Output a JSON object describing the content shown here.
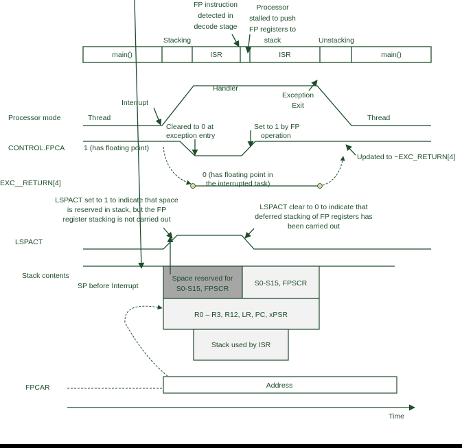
{
  "colors": {
    "line": "#1e4d2b",
    "reserved_fill": "#a6a6a6",
    "box_fill": "#f2f2f2",
    "dot": "#d6d6a8"
  },
  "timeline": {
    "segments": [
      "main()",
      "",
      "ISR",
      "",
      "ISR",
      "",
      "main()"
    ],
    "stacking": "Stacking",
    "unstacking": "Unstacking",
    "fp_detected": [
      "FP instruction",
      "detected in",
      "decode stage"
    ],
    "stalled": [
      "Processor",
      "stalled to push",
      "FP registers to",
      "stack"
    ]
  },
  "processor_mode": {
    "label": "Processor mode",
    "thread_left": "Thread",
    "interrupt": "Interrupt",
    "handler": "Handler",
    "exception_exit": [
      "Exception",
      "Exit"
    ],
    "thread_right": "Thread"
  },
  "fpca": {
    "label": "CONTROL.FPCA",
    "value1": "1 (has floating point)",
    "cleared": [
      "Cleared to 0 at",
      "exception entry"
    ],
    "set": [
      "Set to 1 by FP",
      "operation"
    ],
    "updated": "Updated to ~EXC_RETURN[4]"
  },
  "exc_return": {
    "label": "EXC__RETURN[4]",
    "value0": [
      "0 (has floating point in",
      "the interrupted task)"
    ]
  },
  "lspact": {
    "label": "LSPACT",
    "set_note": [
      "LSPACT set to 1 to indicate that space",
      "is reserved in stack, but the FP",
      "register stacking is not carried out"
    ],
    "clear_note": [
      "LSPACT clear to 0 to indicate that",
      "deferred stacking of FP registers has",
      "been carried out"
    ]
  },
  "stack": {
    "label": "Stack contents",
    "sp": "SP before Interrupt",
    "reserved": [
      "Space reserved for",
      "S0-S15, FPSCR"
    ],
    "fp_regs": "S0-S15, FPSCR",
    "core_regs": "R0 – R3, R12, LR, PC, xPSR",
    "isr": "Stack used by ISR"
  },
  "fpcar": {
    "label": "FPCAR",
    "address": "Address"
  },
  "time_label": "Time"
}
